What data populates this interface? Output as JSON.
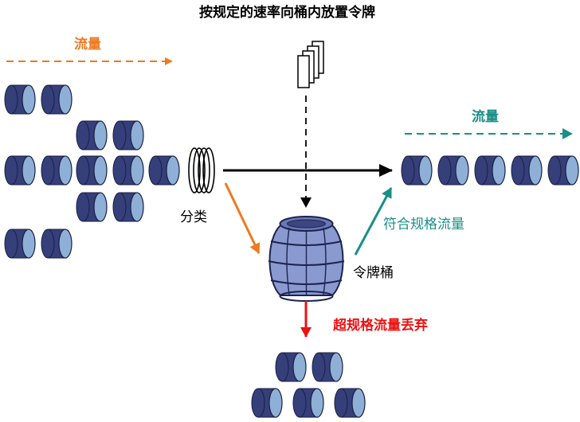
{
  "title": "按规定的速率向桶内放置令牌",
  "labels": {
    "flow_in": "流量",
    "flow_out": "流量",
    "classify": "分类",
    "conform": "符合规格流量",
    "bucket": "令牌桶",
    "drop": "超规格流量丢弃"
  },
  "colors": {
    "packet_dark": "#353f7a",
    "packet_face": "#8fb0d6",
    "barrel": "#8a9ad0",
    "orange": "#ee7a1f",
    "teal": "#1a8e87",
    "red": "#ee1111"
  },
  "icons": [
    "packet-icon",
    "classifier-icon",
    "token-icon",
    "barrel-icon"
  ]
}
